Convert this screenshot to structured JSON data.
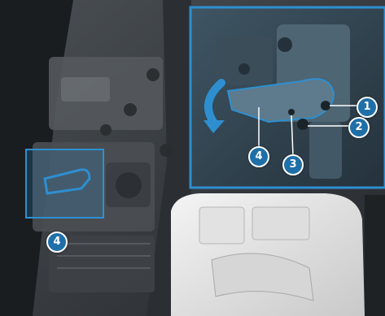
{
  "colors": {
    "highlight": "#2e8fd0",
    "callout_fill": "#1f6fa8",
    "callout_text": "#ffffff"
  },
  "callouts": {
    "c1": "1",
    "c2": "2",
    "c3": "3",
    "c4_detail": "4",
    "c4_overview": "4"
  },
  "icons": {
    "rotate_arrow": "curved-arrow-icon"
  }
}
